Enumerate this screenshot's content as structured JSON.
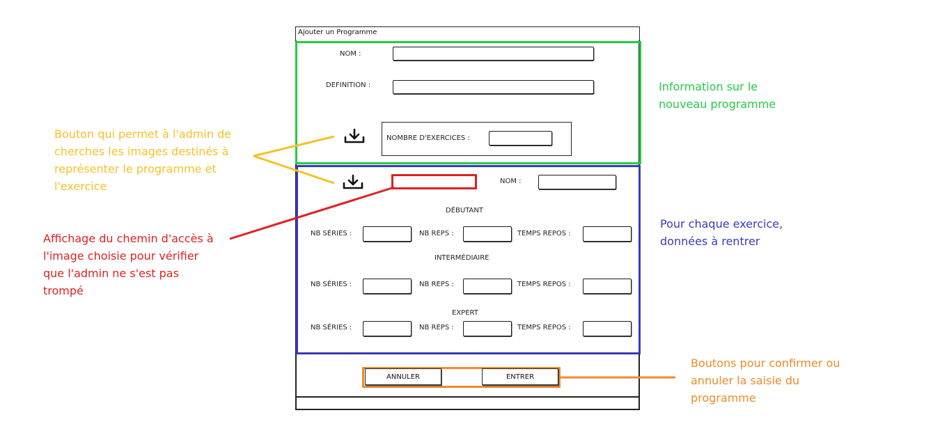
{
  "window": {
    "title": "Ajouter un Programme"
  },
  "program_info": {
    "name_label": "NOM :",
    "definition_label": "DEFINITION :",
    "exercise_count_label": "NOMBRE D'EXERCICES :",
    "upload_icon": "download-icon"
  },
  "exercise": {
    "name_label": "NOM :",
    "upload_icon": "download-icon",
    "levels": [
      {
        "title": "DÉBUTANT",
        "series_label": "NB SÉRIES :",
        "reps_label": "NB REPS :",
        "rest_label": "TEMPS REPOS :"
      },
      {
        "title": "INTERMÉDIAIRE",
        "series_label": "NB SÉRIES :",
        "reps_label": "NB REPS :",
        "rest_label": "TEMPS REPOS :"
      },
      {
        "title": "EXPERT",
        "series_label": "NB SÉRIES :",
        "reps_label": "NB REPS :",
        "rest_label": "TEMPS REPOS :"
      }
    ]
  },
  "buttons": {
    "cancel_label": "ANNULER",
    "submit_label": "ENTRER"
  },
  "annotations": {
    "green": {
      "text": "Information sur le nouveau programme",
      "color": "#22cc44"
    },
    "blue": {
      "text": "Pour chaque exercice, données à rentrer",
      "color": "#3a3ab8"
    },
    "yellow": {
      "text": "Bouton qui permet à l'admin de cherches les images destinés à représenter le programme et l'exercice",
      "color": "#f5c12a"
    },
    "red": {
      "text": "Affichage du chemin d'accès à l'image choisie pour vérifier que l'admin ne s'est pas trompé",
      "color": "#dd2222"
    },
    "orange": {
      "text": "Boutons pour confirmer ou annuler la saisie du programme",
      "color": "#f08a2a"
    }
  }
}
